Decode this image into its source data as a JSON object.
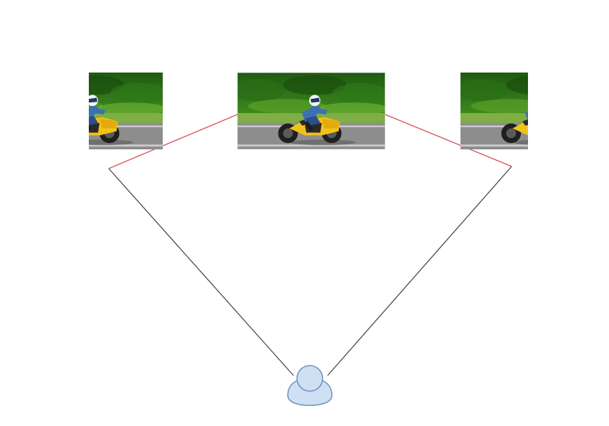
{
  "diagram": {
    "background_color": "#ffffff",
    "frames": [
      {
        "id": "left",
        "content": "motorcycle-rider-on-track",
        "cropped": true
      },
      {
        "id": "center",
        "content": "motorcycle-rider-on-track",
        "cropped": false
      },
      {
        "id": "right",
        "content": "motorcycle-rider-on-track",
        "cropped": true
      }
    ],
    "connectors": {
      "frame_to_corner_color": "#d9555f",
      "corner_to_viewer_color": "#4a4a4a"
    },
    "viewer": {
      "icon": "user-icon",
      "fill": "#cfe0f3",
      "stroke": "#6f95c2"
    },
    "image_palette": {
      "foliage_dark": "#1f5a12",
      "foliage_mid": "#3f8a1e",
      "foliage_light": "#8ac23a",
      "grass_strip": "#7fae45",
      "track": "#8d8d8e",
      "track_line": "#d8d8d8",
      "bike_yellow": "#f2c21a",
      "rider_blue": "#3d6fb3",
      "tire": "#1f1f1f"
    }
  }
}
